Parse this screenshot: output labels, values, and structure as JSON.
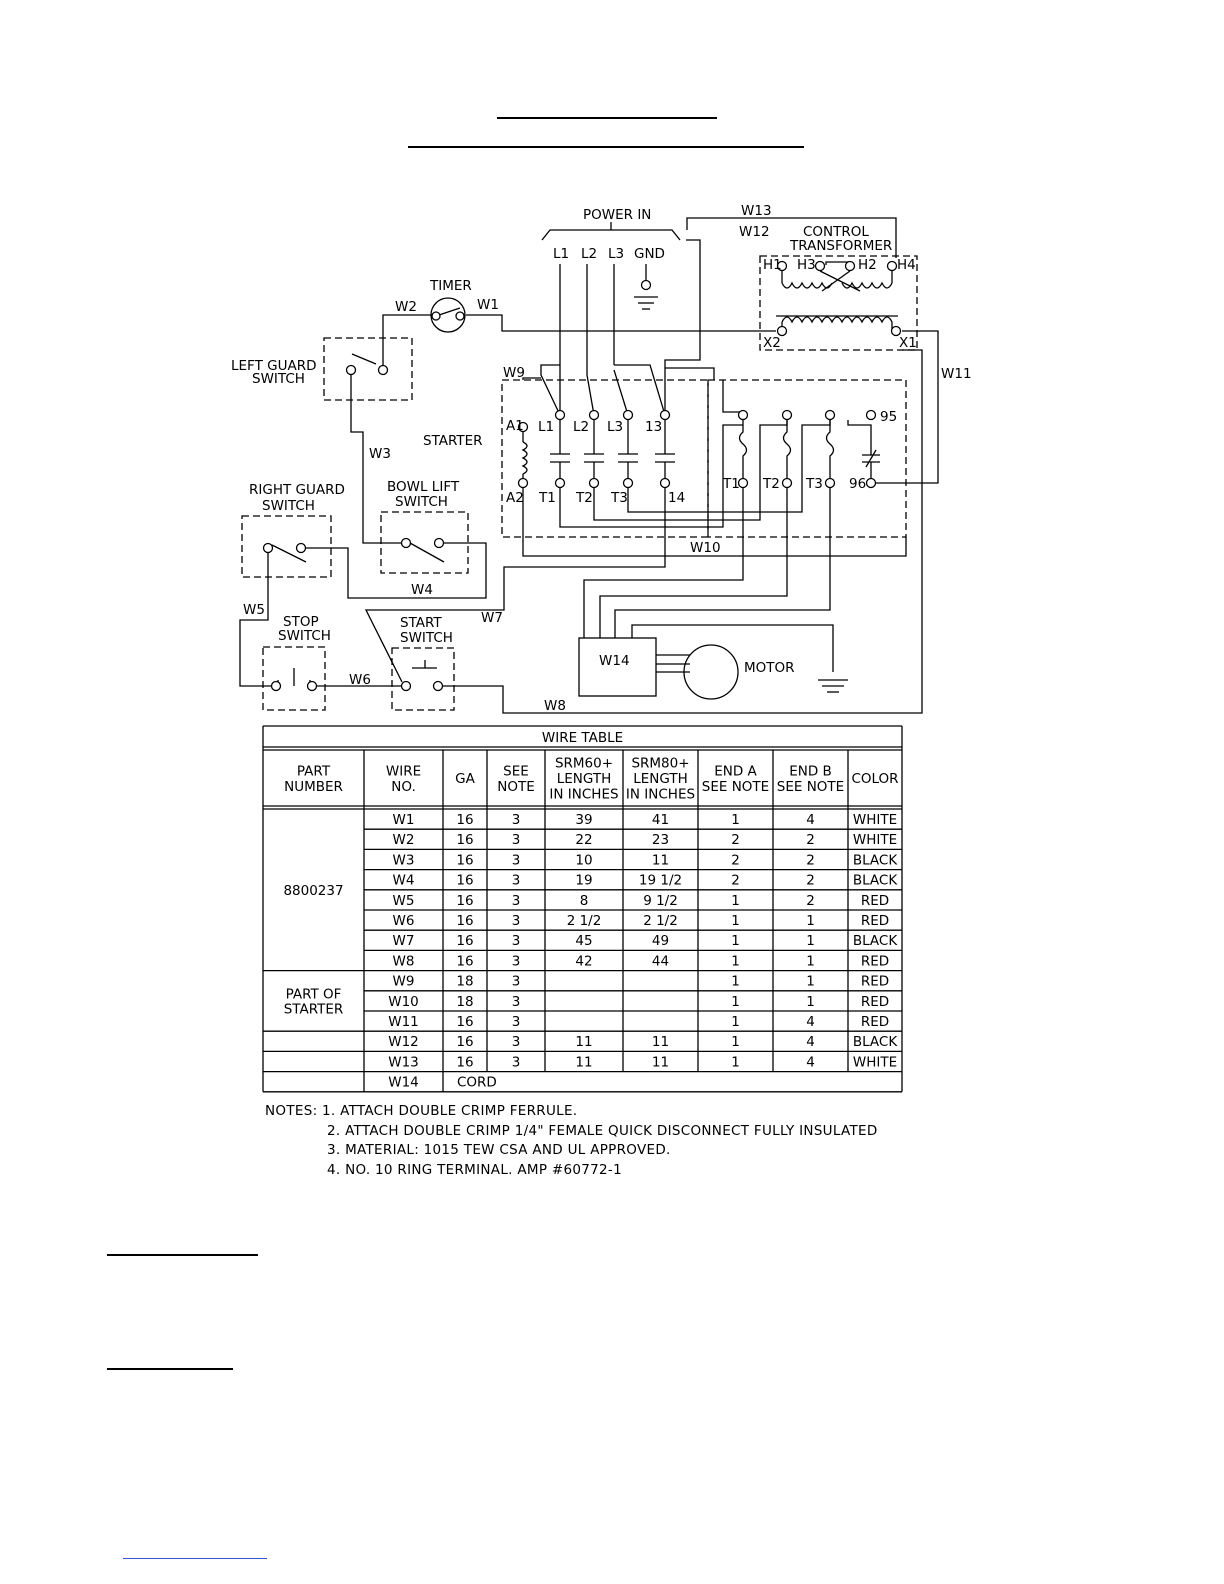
{
  "diagram": {
    "labels": {
      "power_in": "POWER IN",
      "l1": "L1",
      "l2": "L2",
      "l3": "L3",
      "gnd": "GND",
      "timer": "TIMER",
      "left_guard_1": "LEFT GUARD",
      "left_guard_2": "SWITCH",
      "starter": "STARTER",
      "right_guard_1": "RIGHT GUARD",
      "right_guard_2": "SWITCH",
      "bowl_lift_1": "BOWL LIFT",
      "bowl_lift_2": "SWITCH",
      "stop_1": "STOP",
      "stop_2": "SWITCH",
      "start_1": "START",
      "start_2": "SWITCH",
      "control_1": "CONTROL",
      "control_2": "TRANSFORMER",
      "h1": "H1",
      "h3": "H3",
      "h2": "H2",
      "h4": "H4",
      "x2": "X2",
      "x1": "X1",
      "a1": "A1",
      "a2": "A2",
      "sl1": "L1",
      "sl2": "L2",
      "sl3": "L3",
      "s13": "13",
      "st1": "T1",
      "st2": "T2",
      "st3": "T3",
      "s14": "14",
      "ot1": "T1",
      "ot2": "T2",
      "ot3": "T3",
      "o95": "95",
      "o96": "96",
      "motor": "MOTOR",
      "w1": "W1",
      "w2": "W2",
      "w3": "W3",
      "w4": "W4",
      "w5": "W5",
      "w6": "W6",
      "w7": "W7",
      "w8": "W8",
      "w9": "W9",
      "w10": "W10",
      "w11": "W11",
      "w12": "W12",
      "w13": "W13",
      "w14": "W14"
    }
  },
  "wire_table": {
    "title": "WIRE TABLE",
    "headers": [
      [
        "PART",
        "NUMBER"
      ],
      [
        "WIRE",
        "NO."
      ],
      [
        "GA"
      ],
      [
        "SEE",
        "NOTE"
      ],
      [
        "SRM60+",
        "LENGTH",
        "IN INCHES"
      ],
      [
        "SRM80+",
        "LENGTH",
        "IN INCHES"
      ],
      [
        "END A",
        "SEE NOTE"
      ],
      [
        "END B",
        "SEE NOTE"
      ],
      [
        "COLOR"
      ]
    ],
    "part_groups": [
      {
        "lines": [
          "8800237"
        ]
      },
      {
        "lines": [
          "PART OF",
          "STARTER"
        ]
      }
    ],
    "rows": [
      [
        "W1",
        "16",
        "3",
        "39",
        "41",
        "1",
        "4",
        "WHITE"
      ],
      [
        "W2",
        "16",
        "3",
        "22",
        "23",
        "2",
        "2",
        "WHITE"
      ],
      [
        "W3",
        "16",
        "3",
        "10",
        "11",
        "2",
        "2",
        "BLACK"
      ],
      [
        "W4",
        "16",
        "3",
        "19",
        "19 1/2",
        "2",
        "2",
        "BLACK"
      ],
      [
        "W5",
        "16",
        "3",
        "8",
        "9 1/2",
        "1",
        "2",
        "RED"
      ],
      [
        "W6",
        "16",
        "3",
        "2 1/2",
        "2 1/2",
        "1",
        "1",
        "RED"
      ],
      [
        "W7",
        "16",
        "3",
        "45",
        "49",
        "1",
        "1",
        "BLACK"
      ],
      [
        "W8",
        "16",
        "3",
        "42",
        "44",
        "1",
        "1",
        "RED"
      ],
      [
        "W9",
        "18",
        "3",
        "",
        "",
        "1",
        "1",
        "RED"
      ],
      [
        "W10",
        "18",
        "3",
        "",
        "",
        "1",
        "1",
        "RED"
      ],
      [
        "W11",
        "16",
        "3",
        "",
        "",
        "1",
        "4",
        "RED"
      ],
      [
        "W12",
        "16",
        "3",
        "11",
        "11",
        "1",
        "4",
        "BLACK"
      ],
      [
        "W13",
        "16",
        "3",
        "11",
        "11",
        "1",
        "4",
        "WHITE"
      ]
    ],
    "last_row": {
      "wire": "W14",
      "text": "CORD"
    }
  },
  "notes": {
    "prefix": "NOTES:",
    "items": [
      "1. ATTACH DOUBLE CRIMP FERRULE.",
      "2. ATTACH DOUBLE CRIMP 1/4\" FEMALE QUICK DISCONNECT FULLY INSULATED",
      "3. MATERIAL: 1015 TEW CSA AND UL APPROVED.",
      "4. NO. 10 RING TERMINAL. AMP #60772-1"
    ]
  }
}
